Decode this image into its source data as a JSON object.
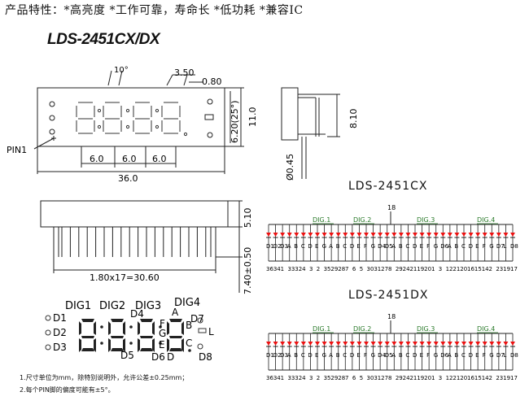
{
  "header": {
    "features": "产品特性：*高亮度 *工作可靠，寿命长 *低功耗 *兼容IC",
    "model": "LDS-2451CX/DX"
  },
  "front_view": {
    "angle": "10°",
    "dim_a": "3.50",
    "dim_b": "0.80",
    "dim_c": "6.20(25°)",
    "dim_height": "11.0",
    "pitch": [
      "6.0",
      "6.0",
      "6.0"
    ],
    "width": "36.0",
    "pin1": "PIN1"
  },
  "side_view": {
    "pin_len": "8.10",
    "pin_dia": "Ø0.45"
  },
  "bottom_view": {
    "dim_top": "5.10",
    "dim_height": "7.40±0.50",
    "pitch": "1.80x17=30.60"
  },
  "segment_map": {
    "digits": [
      "DIG1",
      "DIG2",
      "DIG3",
      "DIG4"
    ],
    "left_points": [
      "D1",
      "D2",
      "D3"
    ],
    "segments": [
      "D4",
      "A",
      "D7",
      "F",
      "B",
      "G",
      "L",
      "E",
      "C",
      "D5",
      "D6",
      "D",
      "D8"
    ]
  },
  "circuits": [
    {
      "title": "LDS-2451CX",
      "pin18": "18",
      "digits": [
        "DIG.1",
        "DIG.2",
        "DIG.3",
        "DIG.4"
      ],
      "seg_labels": [
        "D1",
        "D2",
        "D3",
        "A",
        "B",
        "C",
        "D",
        "E",
        "G",
        "A",
        "B",
        "C",
        "D",
        "E",
        "F",
        "G",
        "D4",
        "D5",
        "A",
        "B",
        "C",
        "D",
        "E",
        "F",
        "G",
        "D6",
        "A",
        "B",
        "C",
        "D",
        "E",
        "F",
        "G",
        "D7",
        "L",
        "D8"
      ],
      "pin_labels": [
        "36",
        "34",
        "1",
        "33",
        "32",
        "4",
        "3",
        "2",
        "35",
        "29",
        "28",
        "7",
        "6",
        "5",
        "30",
        "31",
        "27",
        "8",
        "29",
        "24",
        "21",
        "19",
        "20",
        "1",
        "3",
        "12",
        "21",
        "20",
        "16",
        "15",
        "14",
        "2",
        "23",
        "19",
        "17"
      ]
    },
    {
      "title": "LDS-2451DX",
      "pin18": "18",
      "digits": [
        "DIG.1",
        "DIG.2",
        "DIG.3",
        "DIG.4"
      ],
      "seg_labels": [
        "D1",
        "D2",
        "D3",
        "A",
        "B",
        "C",
        "D",
        "E",
        "G",
        "A",
        "B",
        "C",
        "D",
        "E",
        "F",
        "G",
        "D4",
        "D5",
        "A",
        "B",
        "C",
        "D",
        "E",
        "F",
        "G",
        "D6",
        "A",
        "B",
        "C",
        "D",
        "E",
        "F",
        "G",
        "D7",
        "L",
        "D8"
      ],
      "pin_labels": [
        "36",
        "34",
        "1",
        "33",
        "32",
        "4",
        "3",
        "2",
        "35",
        "29",
        "28",
        "7",
        "6",
        "5",
        "30",
        "31",
        "27",
        "8",
        "29",
        "24",
        "21",
        "19",
        "20",
        "1",
        "3",
        "12",
        "21",
        "20",
        "16",
        "15",
        "14",
        "2",
        "23",
        "19",
        "17"
      ]
    }
  ],
  "notes": [
    "1.尺寸单位为mm，除特别说明外，允许公差±0.25mm；",
    "2.每个PIN脚的偏度可能有±5°。"
  ]
}
